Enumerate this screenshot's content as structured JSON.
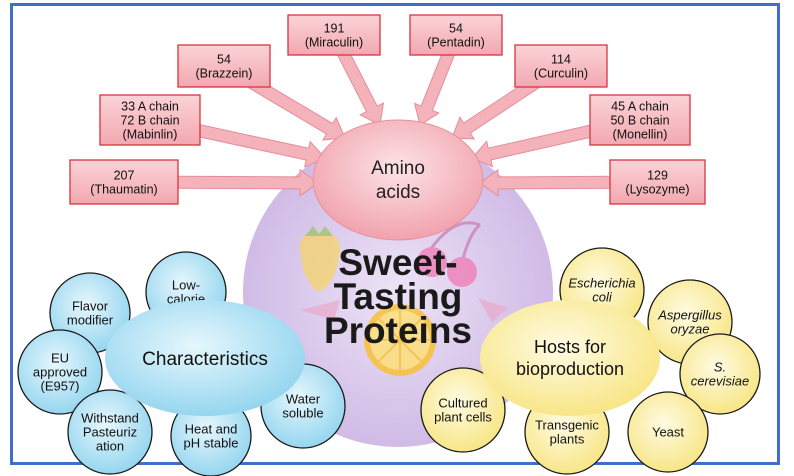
{
  "center": {
    "amino_title_line1": "Amino",
    "amino_title_line2": "acids",
    "main_title_line1": "Sweet-",
    "main_title_line2": "Tasting",
    "main_title_line3": "Proteins"
  },
  "proteins": [
    {
      "lines": [
        "207",
        "(Thaumatin)"
      ]
    },
    {
      "lines": [
        "33 A chain",
        "72 B chain",
        "(Mabinlin)"
      ]
    },
    {
      "lines": [
        "54",
        "(Brazzein)"
      ]
    },
    {
      "lines": [
        "191",
        "(Miraculin)"
      ]
    },
    {
      "lines": [
        "54",
        "(Pentadin)"
      ]
    },
    {
      "lines": [
        "114",
        "(Curculin)"
      ]
    },
    {
      "lines": [
        "45 A chain",
        "50 B chain",
        "(Monellin)"
      ]
    },
    {
      "lines": [
        "129",
        "(Lysozyme)"
      ]
    }
  ],
  "characteristics": {
    "title": "Characteristics",
    "items": [
      {
        "lines": [
          "Low-",
          "calorie"
        ]
      },
      {
        "lines": [
          "Flavor",
          "modifier"
        ]
      },
      {
        "lines": [
          "EU",
          "approved",
          "(E957)"
        ]
      },
      {
        "lines": [
          "Withstand",
          "Pasteuriz",
          "ation"
        ]
      },
      {
        "lines": [
          "Heat and",
          "pH stable"
        ]
      },
      {
        "lines": [
          "Water",
          "soluble"
        ]
      }
    ]
  },
  "hosts": {
    "title_line1": "Hosts for",
    "title_line2": "bioproduction",
    "items": [
      {
        "lines": [
          "Escherichia",
          "coli"
        ]
      },
      {
        "lines": [
          "Aspergillus",
          "oryzae"
        ]
      },
      {
        "lines": [
          "S.",
          "cerevisiae"
        ]
      },
      {
        "lines": [
          "Yeast"
        ]
      },
      {
        "lines": [
          "Transgenic",
          "plants"
        ]
      },
      {
        "lines": [
          "Cultured",
          "plant cells"
        ]
      }
    ]
  },
  "colors": {
    "frame": "#3f6fc6",
    "protein_box": "#f6b9bf",
    "amino_circle": "#f4a9b3",
    "characteristics": "#a9dff2",
    "hosts": "#fbeea0",
    "center": "#d9c8ea"
  }
}
